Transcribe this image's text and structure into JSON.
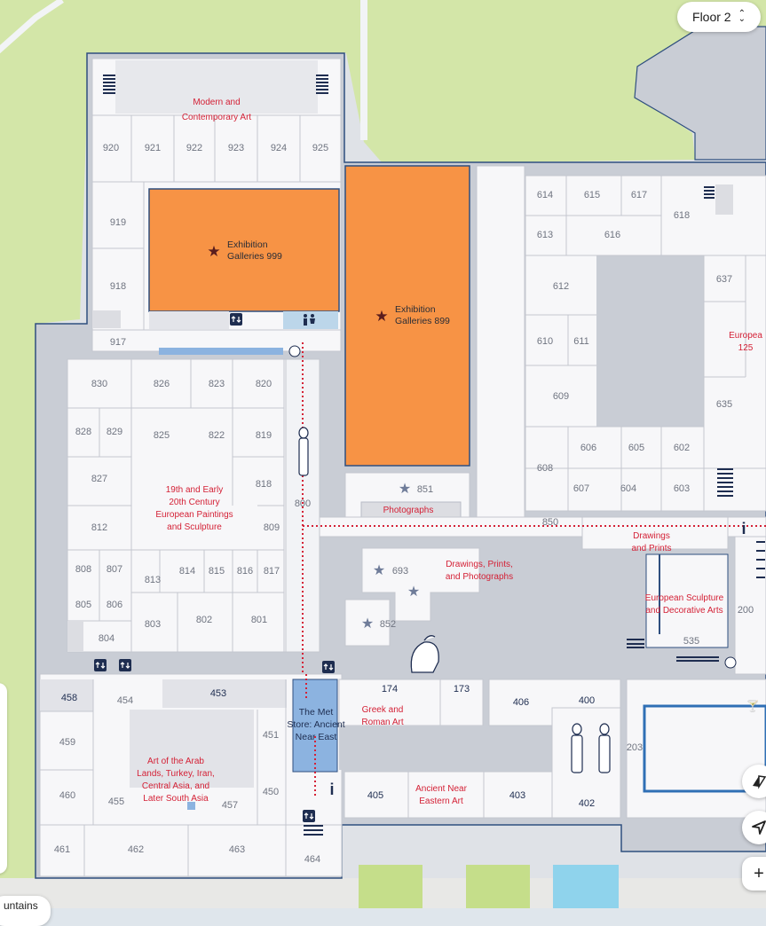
{
  "floor_selector": {
    "label": "Floor 2"
  },
  "galleries": {
    "modern": "Modern and|Contemporary Art",
    "exh999": "Exhibition|Galleries 999",
    "exh899": "Exhibition|Galleries 899",
    "european_paintings": "19th and Early|20th Century|European Paintings|and Sculpture",
    "photographs": "Photographs",
    "drawings_prints_photos": "Drawings, Prints,|and Photographs",
    "drawings_prints": "Drawings|and Prints",
    "euro_sculpture": "European Sculpture|and Decorative Arts",
    "european_partial": "Europea|125",
    "greek_roman": "Greek and|Roman Art",
    "met_store": "The Met|Store: Ancient|Near East",
    "ancient_near_eastern": "Ancient Near|Eastern Art",
    "arab_lands": "Art of the Arab|Lands, Turkey, Iran,|Central Asia, and|Later South Asia"
  },
  "rooms": [
    "920",
    "921",
    "922",
    "923",
    "924",
    "925",
    "919",
    "918",
    "917",
    "830",
    "826",
    "823",
    "820",
    "828",
    "829",
    "825",
    "822",
    "819",
    "827",
    "818",
    "812",
    "809",
    "800",
    "808",
    "807",
    "813",
    "814",
    "815",
    "816",
    "817",
    "805",
    "806",
    "803",
    "802",
    "801",
    "804",
    "851",
    "850",
    "693",
    "852",
    "614",
    "615",
    "617",
    "618",
    "613",
    "616",
    "612",
    "637",
    "610",
    "611",
    "609",
    "635",
    "606",
    "605",
    "602",
    "608",
    "607",
    "604",
    "603",
    "200",
    "535",
    "458",
    "454",
    "453",
    "459",
    "451",
    "460",
    "455",
    "457",
    "450",
    "461",
    "462",
    "463",
    "464",
    "174",
    "173",
    "406",
    "400",
    "405",
    "403",
    "402",
    "203"
  ],
  "bottom_chip": {
    "label": "untains"
  },
  "icons": {
    "floor_chevron": "chevron-updown-icon",
    "compass": "compass-icon",
    "locate": "navigation-arrow-icon",
    "zoom_in": "plus-icon"
  },
  "colors": {
    "exhibition": "#f79345",
    "met_store": "#8cb3e0",
    "gallery_label": "#d42136",
    "park": "#d3e6a8",
    "corridor": "#c7cbd3",
    "room": "#f7f7f9",
    "wall": "#2f4f7f"
  }
}
